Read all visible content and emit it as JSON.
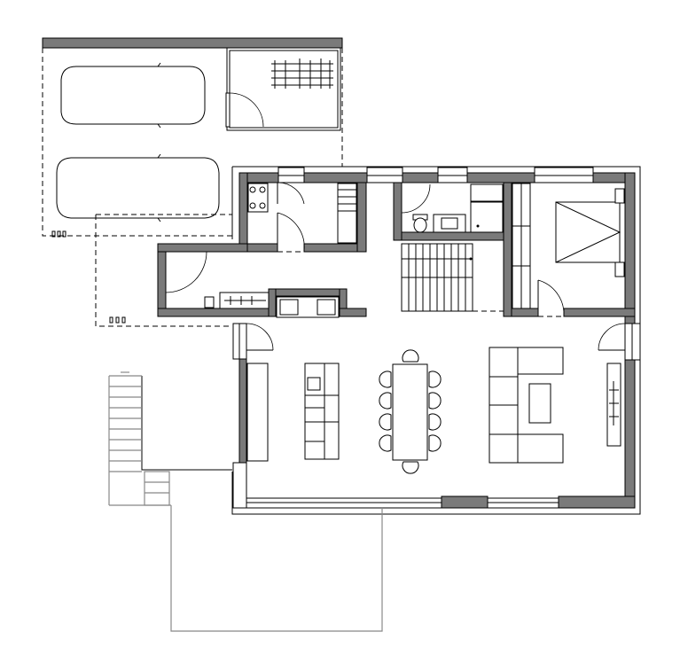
{
  "drawing": {
    "type": "architectural-floor-plan",
    "colors": {
      "wall_fill": "#7a7a7a",
      "line": "#000000",
      "background": "#ffffff",
      "terrace_line": "#888888"
    },
    "rooms": [
      {
        "id": "carport",
        "contents": [
          "car",
          "car"
        ]
      },
      {
        "id": "bike-storage",
        "contents": [
          "bicycles"
        ]
      },
      {
        "id": "utility-room",
        "contents": [
          "cooktop",
          "shelving"
        ]
      },
      {
        "id": "entrance-hall",
        "contents": [
          "wardrobe",
          "stairs"
        ]
      },
      {
        "id": "bathroom",
        "contents": [
          "toilet",
          "washbasin",
          "shower"
        ]
      },
      {
        "id": "bedroom",
        "contents": [
          "double-bed",
          "wardrobe"
        ]
      },
      {
        "id": "kitchen",
        "contents": [
          "counter",
          "sink",
          "island"
        ]
      },
      {
        "id": "living-dining",
        "contents": [
          "dining-table",
          "chairs",
          "sofa",
          "coffee-table",
          "tv-unit"
        ]
      },
      {
        "id": "terrace",
        "contents": [
          "exterior-stair"
        ]
      }
    ],
    "dining_chairs": 10,
    "icons": [
      "car-icon",
      "bicycle-icon",
      "bed-icon",
      "sofa-icon",
      "stair-icon",
      "toilet-icon",
      "cooktop-icon",
      "door-swing-icon"
    ]
  }
}
